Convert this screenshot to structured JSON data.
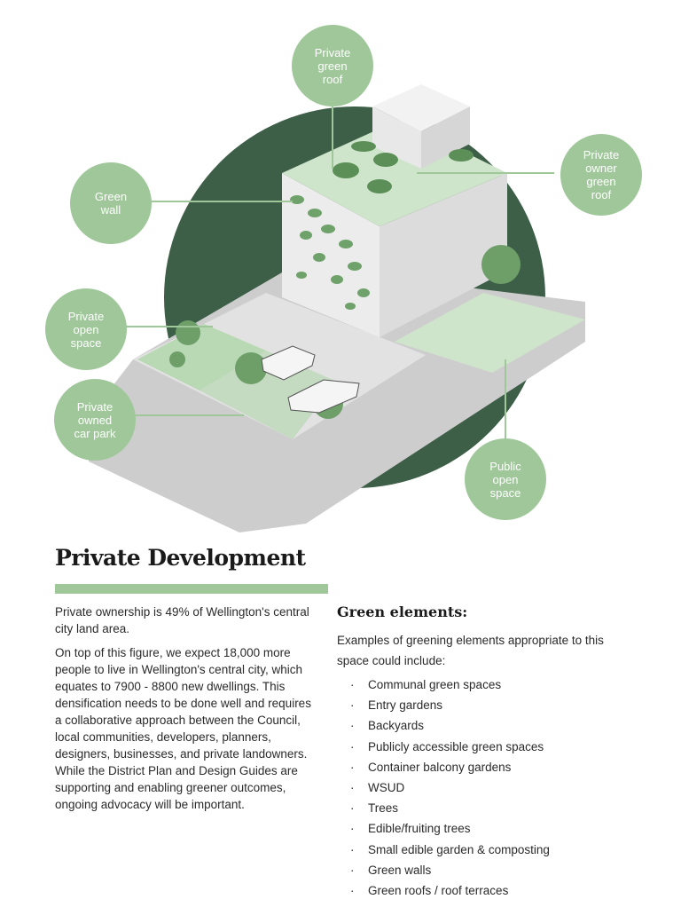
{
  "labels": {
    "private_green_roof": "Private\ngreen\nroof",
    "green_wall": "Green\nwall",
    "private_owner_green_roof": "Private\nowner\ngreen\nroof",
    "private_open_space": "Private\nopen\nspace",
    "private_owned_car_park": "Private\nowned\ncar park",
    "public_open_space": "Public\nopen\nspace"
  },
  "title": "Private Development",
  "body": {
    "p1": "Private ownership is 49% of Wellington's central city land area.",
    "p2": "On top of this figure, we expect 18,000 more people to live in Wellington's central city, which equates to 7900 - 8800 new dwellings. This densification needs to be done well and requires a collaborative approach between the Council, local communities, developers, planners, designers, businesses, and private landowners.",
    "p3": "While the District Plan and Design Guides are supporting and enabling greener outcomes, ongoing advocacy will be important."
  },
  "green_elements": {
    "heading": "Green elements:",
    "intro": "Examples of greening elements appropriate to this space could include:",
    "bullet": "·",
    "items": [
      "Communal green spaces",
      "Entry gardens",
      "Backyards",
      "Publicly accessible green spaces",
      "Container balcony gardens",
      "WSUD",
      "Trees",
      "Edible/fruiting trees",
      "Small edible  garden & composting",
      "Green walls",
      "Green roofs / roof terraces"
    ]
  },
  "colors": {
    "dark_green": "#3d5e47",
    "light_green": "#9fc79a",
    "pale_green": "#cfe5cb",
    "road": "#c9c9c9",
    "building": "#e6e6e6"
  }
}
